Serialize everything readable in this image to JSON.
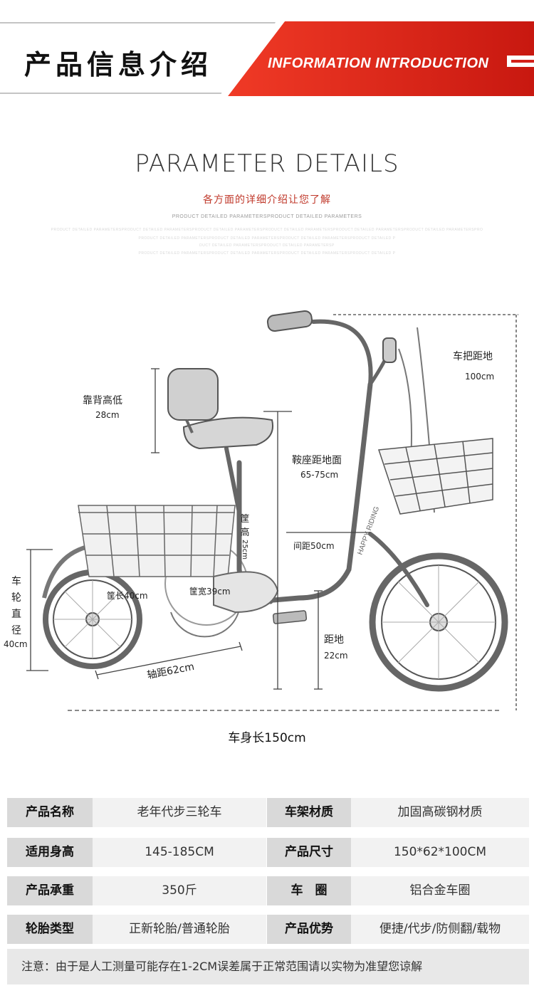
{
  "header": {
    "title": "产品信息介绍",
    "subtitle": "INFORMATION INTRODUCTION",
    "accent_color": "#e52b1e"
  },
  "parameter_section": {
    "title": "PARAMETER DETAILS",
    "subtitle": "各方面的详细介绍让您了解",
    "fine_print_1": "PRODUCT DETAILED PARAMETERSPRODUCT DETAILED PARAMETERS",
    "fine_print_2": "PRODUCT DETAILED PARAMETERSPRODUCT DETAILED PARAMETERSPRODUCT DETAILED PARAMETERSPRODUCT DETAILED PARAMETERSPRODUCT DETAILED PARAMETERSPRODUCT DETAILED PARAMETERSPRO",
    "fine_print_3": "PRODUCT DETAILED PARAMETERSPRODUCT DETAILED PARAMETERSPRODUCT DETAILED PARAMETERSPRODUCT DETAILED P",
    "fine_print_4": "DUCT DETAILED PARAMETERSPRODUCT DETAILED PARAMETERSP",
    "fine_print_5": "PRODUCT DETAILED PARAMETERSPRODUCT DETAILED PARAMETERSPRODUCT DETAILED PARAMETERSPRODUCT DETAILED P"
  },
  "diagram": {
    "handlebar_label": "车把距地",
    "handlebar_value": "100cm",
    "backrest_label": "靠背高低",
    "backrest_value": "28cm",
    "saddle_label": "鞍座距地面",
    "saddle_value": "65-75cm",
    "spacing_label": "间距50cm",
    "basket_height_chars": [
      "筐",
      "高",
      "25cm"
    ],
    "basket_length": "筐长40cm",
    "basket_width": "筐宽39cm",
    "wheel_chars": [
      "车",
      "轮",
      "直",
      "径"
    ],
    "wheel_value": "40cm",
    "clearance_label": "距地",
    "clearance_value": "22cm",
    "wheelbase": "轴距62cm",
    "body_length": "车身长150cm",
    "frame_text": "HAPPY RIDING"
  },
  "specs": [
    {
      "k1": "产品名称",
      "v1": "老年代步三轮车",
      "k2": "车架材质",
      "v2": "加固高碳钢材质"
    },
    {
      "k1": "适用身高",
      "v1": "145-185CM",
      "k2": "产品尺寸",
      "v2": "150*62*100CM"
    },
    {
      "k1": "产品承重",
      "v1": "350斤",
      "k2": "车　圈",
      "v2": "铝合金车圈"
    },
    {
      "k1": "轮胎类型",
      "v1": "正新轮胎/普通轮胎",
      "k2": "产品优势",
      "v2": "便捷/代步/防侧翻/载物"
    }
  ],
  "note": "注意：由于是人工测量可能存在1-2CM误差属于正常范围请以实物为准望您谅解"
}
